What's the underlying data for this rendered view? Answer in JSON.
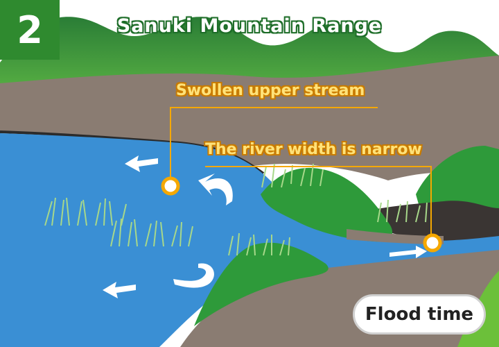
{
  "step_number": "2",
  "title": "Sanuki Mountain Range",
  "callouts": {
    "upper": "Swollen upper stream",
    "narrow": "The river width is narrow"
  },
  "badge": "Flood time",
  "colors": {
    "mountain": "#2f8f3a",
    "sky": "#ffffff",
    "bank": "#8a7c72",
    "river": "#3a8fd4",
    "grass": "#2e9a3a",
    "callout": "#f5a800",
    "step_badge": "#2f8a2f"
  }
}
